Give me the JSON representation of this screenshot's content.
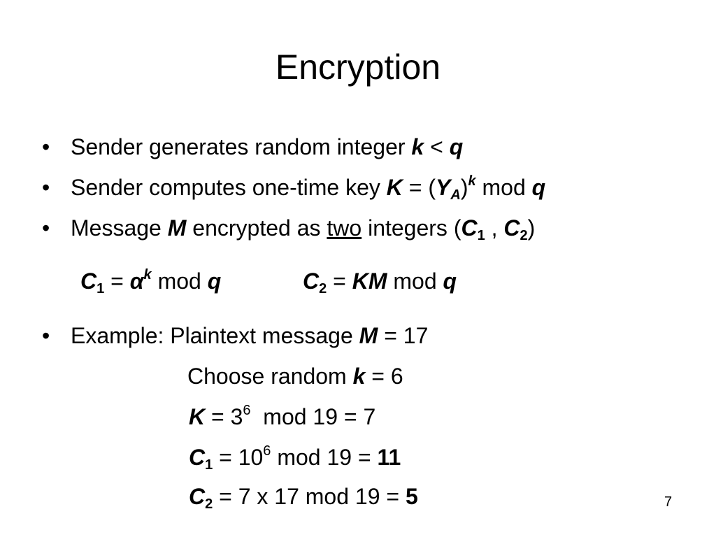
{
  "title": "Encryption",
  "bullet_glyph": "•",
  "b1": {
    "text": "Sender generates random integer ",
    "k": "k",
    "lt": " < ",
    "q": "q"
  },
  "b2": {
    "text": "Sender computes one-time key ",
    "K": "K",
    "eq": " = (",
    "Y": "Y",
    "A": "A",
    "close": ")",
    "k": "k",
    "mod": " mod ",
    "q": "q"
  },
  "b3": {
    "text": "Message ",
    "M": "M",
    "mid": " encrypted as ",
    "two": "two",
    "mid2": " integers (",
    "C": "C",
    "one": "1",
    "comma": " , ",
    "C2": "C",
    "two_sub": "2",
    "close": ")"
  },
  "eq": {
    "C1": "C",
    "sub1": "1",
    "e1": " = ",
    "alpha": "α",
    "k": "k",
    "mod1": " mod ",
    "q1": "q",
    "C2": "C",
    "sub2": "2",
    "e2": " = ",
    "KM": "KM",
    "mod2": " mod ",
    "q2": "q"
  },
  "b4": {
    "text": "Example: Plaintext message ",
    "M": "M",
    "rest": " = 17"
  },
  "ex1": {
    "text": "Choose random ",
    "k": "k",
    "rest": " = 6"
  },
  "ex2": {
    "K": "K",
    "a": " = 3",
    "sup": "6",
    "b": "  mod 19 = 7"
  },
  "ex3": {
    "C": "C",
    "sub": "1",
    "a": " = 10",
    "sup": "6",
    "b": " mod 19 = ",
    "res": "11"
  },
  "ex4": {
    "C": "C",
    "sub": "2",
    "a": " = 7 x 17 mod 19 = ",
    "res": "5"
  },
  "page_number": "7"
}
